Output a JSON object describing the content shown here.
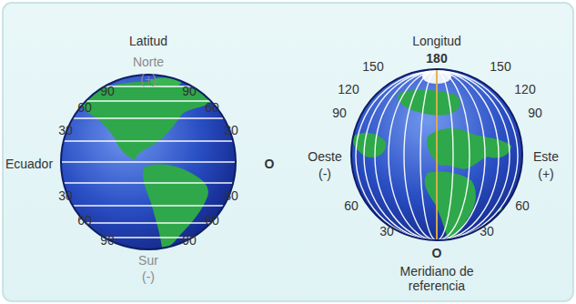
{
  "diagram": {
    "labels": [
      "Latitud",
      "Norte",
      "(+)",
      "90",
      "90",
      "60",
      "60",
      "30",
      "30",
      "Ecuador",
      "O",
      "30",
      "30",
      "60",
      "60",
      "90",
      "90",
      "Sur",
      "(-)",
      "Longitud",
      "180",
      "150",
      "150",
      "120",
      "120",
      "90",
      "90",
      "Oeste",
      "(-)",
      "Este",
      "(+)",
      "60",
      "60",
      "30",
      "30",
      "O",
      "Meridiano de referencia"
    ]
  }
}
